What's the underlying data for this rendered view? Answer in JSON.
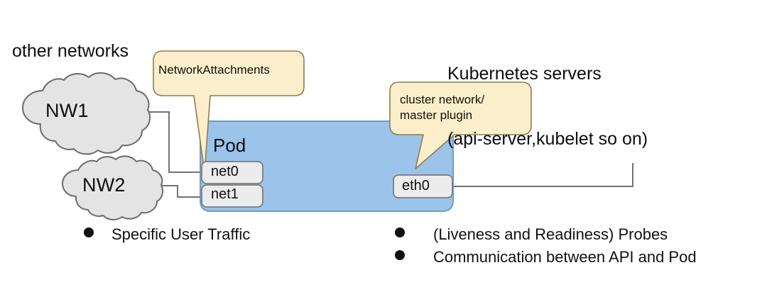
{
  "diagram": {
    "title_left": "other networks",
    "title_right_line1": "Kubernetes servers",
    "title_right_line2": "(api-server,kubelet so on)",
    "colors": {
      "pod_fill": "#9cc3e9",
      "pod_stroke": "#6f9dc4",
      "callout_fill": "#fbeeca",
      "callout_stroke": "#8a7f52",
      "cloud_fill": "#e4e4e4",
      "cloud_stroke": "#6b6b6b",
      "iface_fill": "#ececec",
      "iface_stroke": "#7c7c7c",
      "line": "#6e7378",
      "text": "#111111",
      "background": "#ffffff"
    },
    "clouds": [
      {
        "label": "NW1"
      },
      {
        "label": "NW2"
      }
    ],
    "callouts": [
      {
        "name": "network-attachments",
        "text": "NetworkAttachments"
      },
      {
        "name": "cluster-network",
        "line1": "cluster network/",
        "line2": "master plugin"
      }
    ],
    "pod": {
      "label": "Pod",
      "interfaces": [
        {
          "name": "net0",
          "label": "net0"
        },
        {
          "name": "net1",
          "label": "net1"
        },
        {
          "name": "eth0",
          "label": "eth0"
        }
      ]
    },
    "bullets_left": [
      "Specific User Traffic"
    ],
    "bullets_right": [
      "(Liveness and Readiness) Probes",
      "Communication between API and Pod"
    ]
  }
}
